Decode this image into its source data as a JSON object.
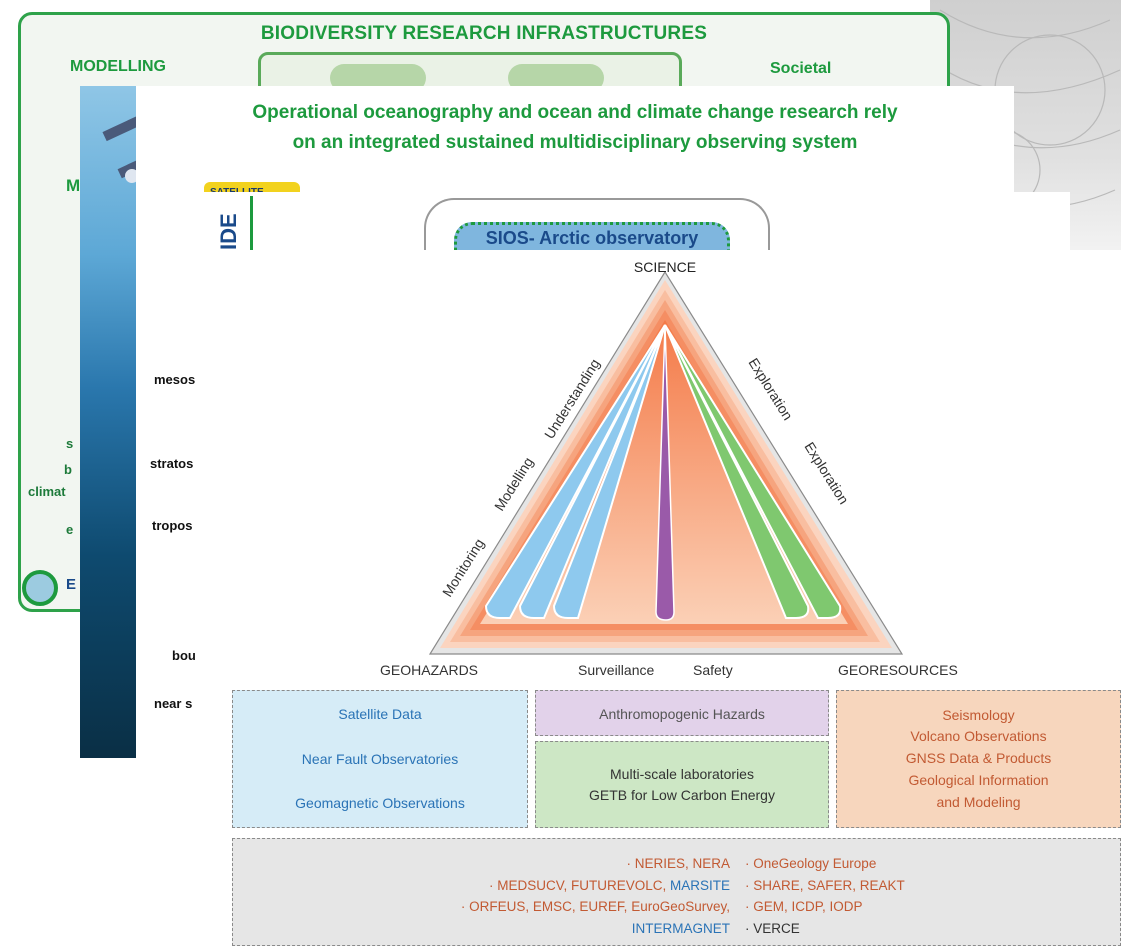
{
  "colors": {
    "green": "#1d9a3e",
    "blue": "#2a73b6",
    "orange": "#c25a33",
    "triangle_orange": "#f58a5c",
    "triangle_blue": "#8ec9ee",
    "triangle_green": "#7fc86f",
    "triangle_purple": "#9a5aa9"
  },
  "biodiversity_slide": {
    "title": "BIODIVERSITY RESEARCH INFRASTRUCTURES",
    "modelling": "MODELLING",
    "societal": "Societal",
    "m_fragment": "M",
    "left_fragments": [
      "s",
      "b",
      "climat",
      "e"
    ],
    "bottom_fragment": "E"
  },
  "ocean_slide": {
    "title_line1": "Operational oceanography and ocean and climate change research rely",
    "title_line2": "on an integrated  sustained multidisciplinary observing system",
    "satellite_badge_text": "SATELLITE"
  },
  "sios_slide": {
    "side_label": "IDE",
    "box_label": "SIOS- Arctic observatory",
    "layers": [
      "mesos",
      "stratos",
      "tropos",
      "bou",
      "near s"
    ]
  },
  "main_diagram": {
    "apex": "SCIENCE",
    "left_corner": "GEOHAZARDS",
    "right_corner": "GEORESOURCES",
    "bottom_labels": [
      "Surveillance",
      "Safety"
    ],
    "left_side_labels": [
      "Monitoring",
      "Modelling",
      "Understanding"
    ],
    "right_side_labels": [
      "Exploration",
      "Exploration"
    ],
    "blue_box": [
      "Satellite Data",
      "Near Fault Observatories",
      "Geomagnetic Observations"
    ],
    "purple_box": "Anthromopogenic Hazards",
    "green_box": [
      "Multi-scale laboratories",
      "GETB for Low Carbon Energy"
    ],
    "orange_box": [
      "Seismology",
      "Volcano Observations",
      "GNSS Data & Products",
      "Geological Information",
      "and Modeling"
    ],
    "projects_left": [
      {
        "parts": [
          {
            "text": "· NERIES, NERA",
            "color": "orange"
          }
        ]
      },
      {
        "parts": [
          {
            "text": "· MEDSUCV, FUTUREVOLC, ",
            "color": "orange"
          },
          {
            "text": "MARSITE",
            "color": "blue"
          }
        ]
      },
      {
        "parts": [
          {
            "text": "· ORFEUS, EMSC, EUREF, EuroGeoSurvey,",
            "color": "orange"
          }
        ]
      },
      {
        "parts": [
          {
            "text": "INTERMAGNET",
            "color": "blue"
          }
        ]
      }
    ],
    "projects_right": [
      {
        "parts": [
          {
            "text": "· OneGeology Europe",
            "color": "orange"
          }
        ]
      },
      {
        "parts": [
          {
            "text": "· SHARE, SAFER, REAKT",
            "color": "orange"
          }
        ]
      },
      {
        "parts": [
          {
            "text": "· GEM, ICDP, IODP",
            "color": "orange"
          }
        ]
      },
      {
        "parts": [
          {
            "text": "· VERCE",
            "color": "dark"
          }
        ]
      }
    ]
  }
}
